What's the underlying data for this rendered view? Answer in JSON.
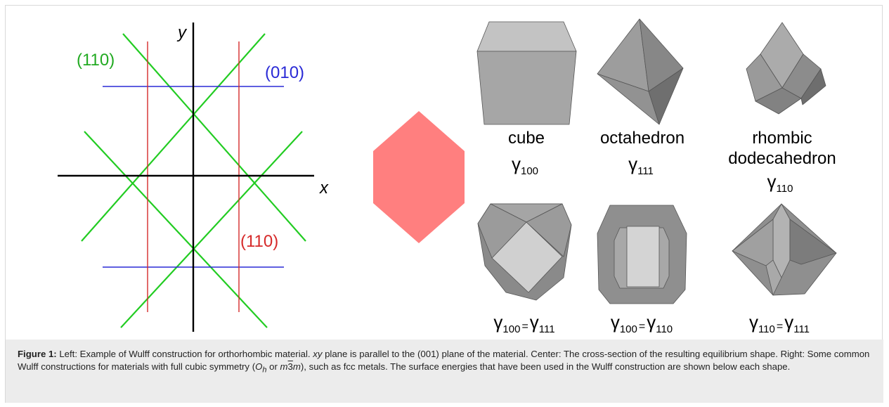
{
  "colors": {
    "construction_line_110": "#22cc22",
    "line_010": "#2a2ad6",
    "line_110_red": "#d62a2a",
    "equilibrium_shape": "#ff7f7f",
    "axes": "#000000",
    "caption_background": "#ececec"
  },
  "wulff": {
    "axis_x": "x",
    "axis_y": "y",
    "label_green": "(110)",
    "label_blue": "(010)",
    "label_red": "(110)"
  },
  "shapes": {
    "cube_name": "cube",
    "cube_gamma": "γ",
    "cube_sub": "100",
    "oct_name": "octahedron",
    "oct_gamma": "γ",
    "oct_sub": "111",
    "rd_name_1": "rhombic",
    "rd_name_2": "dodecahedron",
    "rd_gamma": "γ",
    "rd_sub": "110",
    "eq1_a": "γ",
    "eq1_a_sub": "100",
    "eq1_eq": "=",
    "eq1_b": "γ",
    "eq1_b_sub": "111",
    "eq2_a": "γ",
    "eq2_a_sub": "100",
    "eq2_eq": "=",
    "eq2_b": "γ",
    "eq2_b_sub": "110",
    "eq3_a": "γ",
    "eq3_a_sub": "110",
    "eq3_eq": "=",
    "eq3_b": "γ",
    "eq3_b_sub": "111"
  },
  "caption": {
    "figure_label": "Figure 1:",
    "t1": " Left: Example of Wulff construction for orthorhombic material. ",
    "xy": "xy",
    "t2": " plane is parallel to the (001) plane of the material. Center: The cross-section of the resulting equilibrium shape. Right: Some common Wulff constructions for materials with full cubic symmetry (",
    "oh_o": "O",
    "oh_h": "h",
    "t3": " or ",
    "m1": "m",
    "three": "3",
    "m2": "m",
    "t4": "), such as fcc metals. The surface energies that have been used in the Wulff construction are shown below each shape."
  }
}
